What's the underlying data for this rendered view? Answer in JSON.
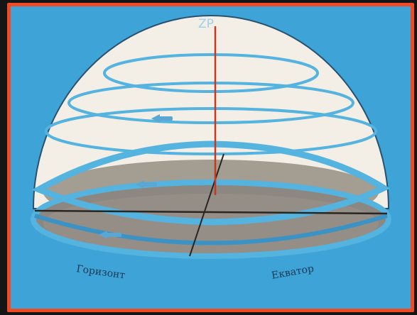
{
  "diagram": {
    "zenith_label": "ZP",
    "horizon_label": "Горизонт",
    "equator_label": "Екватор"
  },
  "colors": {
    "frame_border": "#ef4a23",
    "background": "#3ea3d6",
    "dome_fill": "#f3efe6",
    "ring_color": "#54b3df",
    "floor_fill": "#8c8780",
    "axis_color": "#c8371f"
  }
}
